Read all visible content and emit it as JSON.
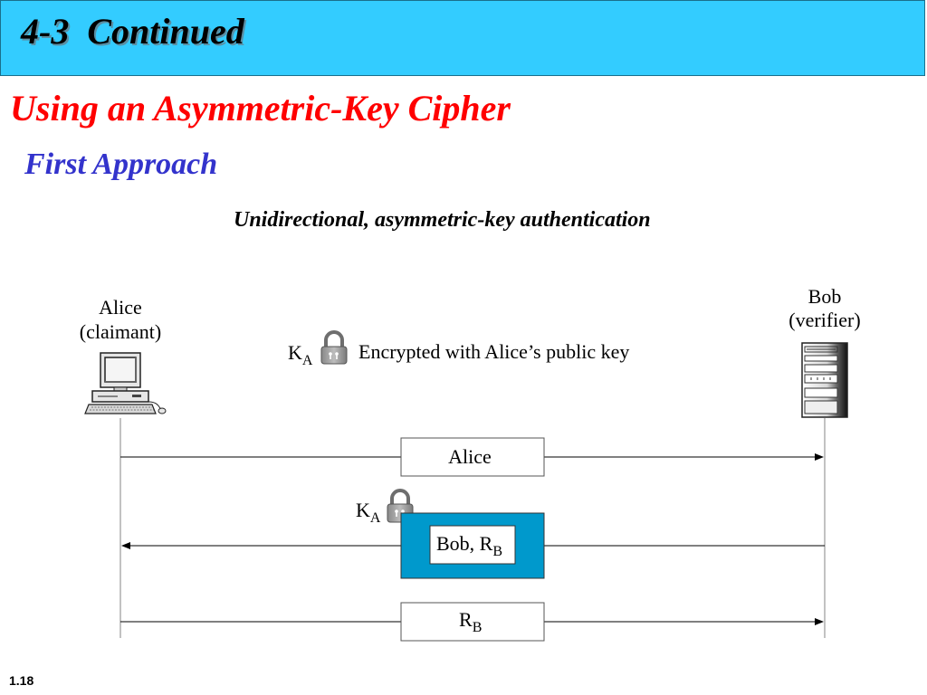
{
  "header": {
    "title": "4-3  Continued"
  },
  "main": {
    "heading": "Using an Asymmetric-Key Cipher",
    "subheading": "First Approach"
  },
  "figure": {
    "caption": "Unidirectional, asymmetric-key authentication",
    "claimant": {
      "name": "Alice",
      "role": "(claimant)",
      "icon": "desktop-computer-icon"
    },
    "verifier": {
      "name": "Bob",
      "role": "(verifier)",
      "icon": "server-icon"
    },
    "legend": {
      "key_symbol": "K",
      "key_subscript": "A",
      "icon": "padlock-icon",
      "description": "Encrypted with Alice’s public key"
    },
    "messages": [
      {
        "direction": "Alice to Bob",
        "text": "Alice",
        "encrypted": false
      },
      {
        "direction": "Bob to Alice",
        "text": "Bob, R",
        "subscript": "B",
        "encrypted": true,
        "key_symbol": "K",
        "key_subscript": "A",
        "envelope_color": "#0099cc"
      },
      {
        "direction": "Alice to Bob",
        "text": "R",
        "subscript": "B",
        "encrypted": false
      }
    ]
  },
  "footer": {
    "slide_number": "1.18"
  },
  "colors": {
    "header_bg": "#33ccff",
    "heading": "#ff0000",
    "subheading": "#3333cc",
    "envelope": "#0099cc"
  }
}
